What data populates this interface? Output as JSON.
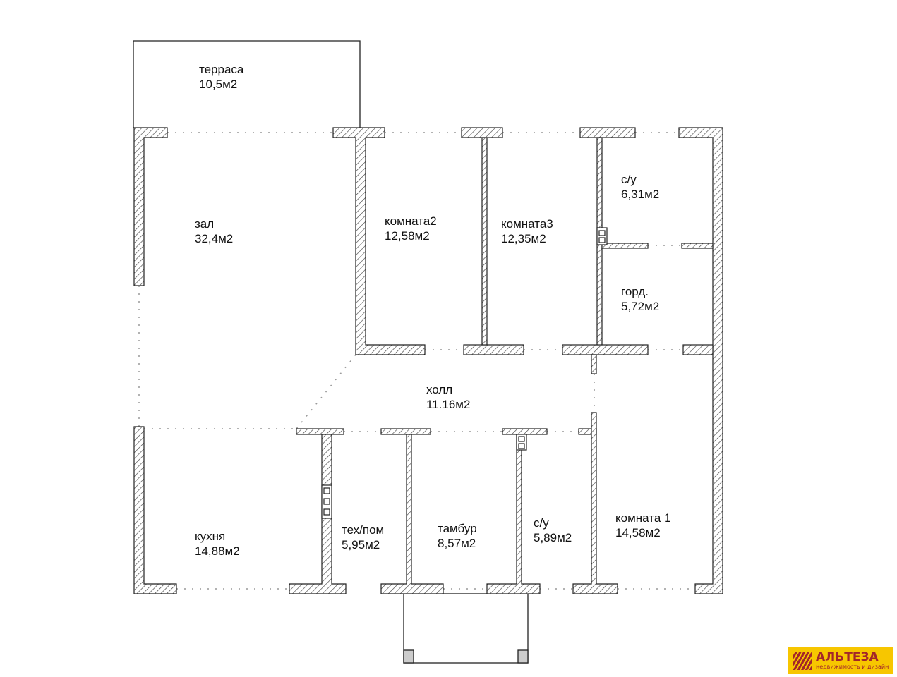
{
  "rooms": [
    {
      "name": "терраса",
      "area": "10,5м2"
    },
    {
      "name": "зал",
      "area": "32,4м2"
    },
    {
      "name": "комната2",
      "area": "12,58м2"
    },
    {
      "name": "комната3",
      "area": "12,35м2"
    },
    {
      "name": "с/у",
      "area": "6,31м2"
    },
    {
      "name": "горд.",
      "area": "5,72м2"
    },
    {
      "name": "холл",
      "area": "11.16м2"
    },
    {
      "name": "кухня",
      "area": "14,88м2"
    },
    {
      "name": "тех/пом",
      "area": "5,95м2"
    },
    {
      "name": "тамбур",
      "area": "8,57м2"
    },
    {
      "name": "с/у",
      "area": "5,89м2"
    },
    {
      "name": "комната 1",
      "area": "14,58м2"
    }
  ],
  "logo": {
    "title": "АЛЬТЕЗА",
    "subtitle": "недвижимость и дизайн",
    "color": "#a3262a",
    "bg": "#f7c600"
  }
}
